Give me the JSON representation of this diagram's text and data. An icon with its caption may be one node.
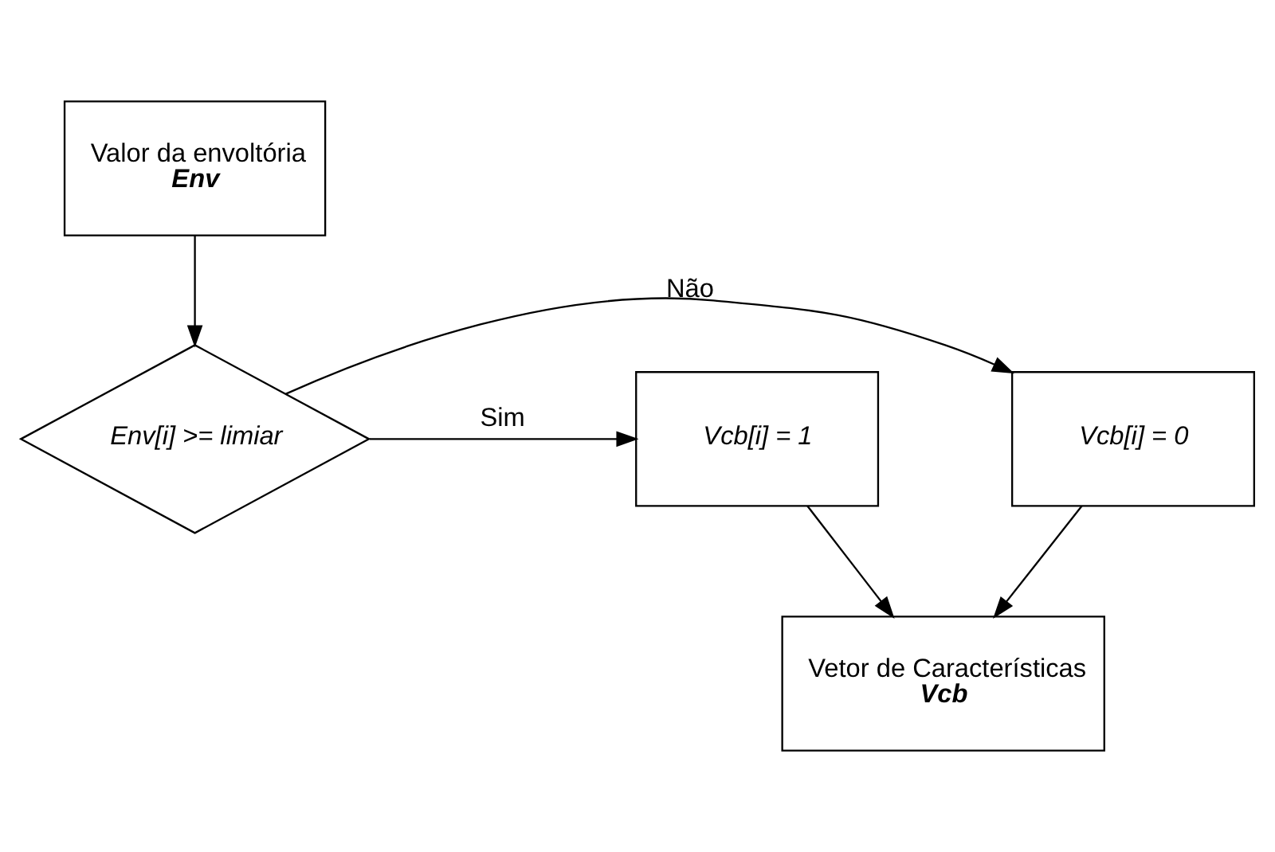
{
  "diagram": {
    "nodes": [
      {
        "text": [
          "Valor da envoltória",
          "Env"
        ]
      },
      {
        "text": [
          "Env[i] >= limiar"
        ]
      },
      {
        "text": [
          "Vcb[i] = 0"
        ]
      },
      {
        "text": [
          "Vcb[i] = 1"
        ]
      },
      {
        "text": [
          "Vetor de Características",
          "Vcb"
        ]
      }
    ],
    "edges": [
      {
        "from": 0,
        "to": 1,
        "arrow": "to"
      },
      {
        "from": 1,
        "to": 2,
        "arrow": "to",
        "label": "Não"
      },
      {
        "from": 1,
        "to": 3,
        "arrow": "to",
        "label": "Sim"
      },
      {
        "from": 2,
        "to": 4,
        "arrow": "to"
      },
      {
        "from": 3,
        "to": 4,
        "arrow": "to"
      }
    ]
  }
}
